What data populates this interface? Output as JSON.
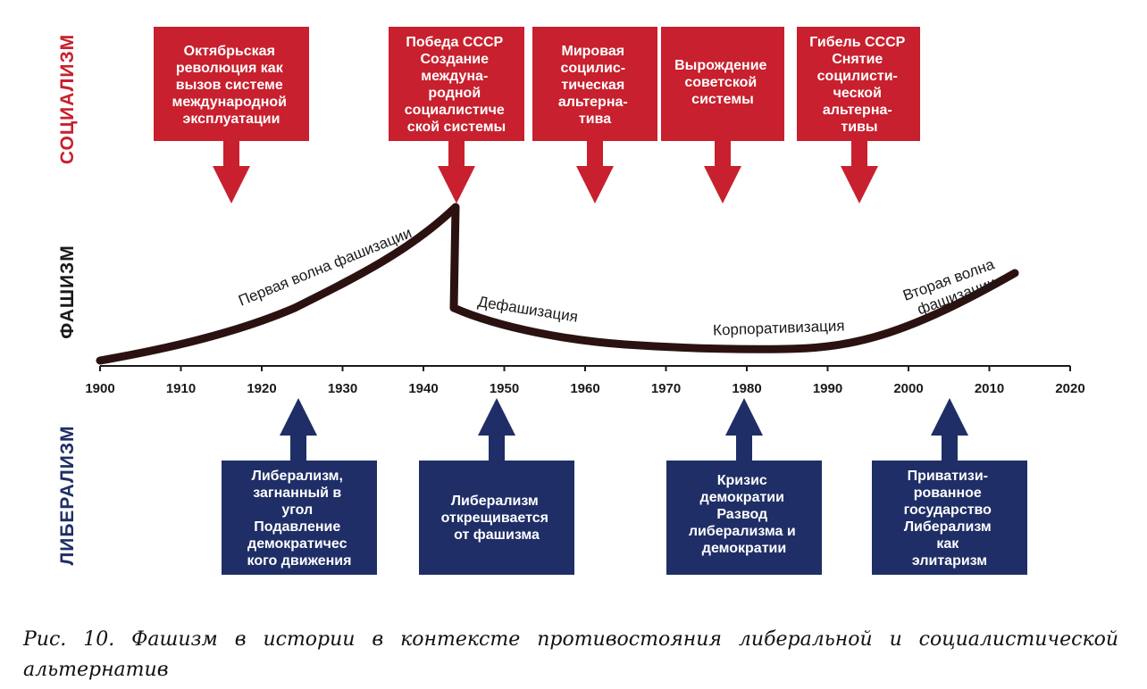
{
  "colors": {
    "socialism": "#c8202e",
    "liberalism": "#1f2e66",
    "fascism_label": "#1a1a1a",
    "curve": "#2b1210",
    "box_text": "#ffffff",
    "axis": "#1a1a1a"
  },
  "side_labels": {
    "socialism": "СОЦИАЛИЗМ",
    "fascism": "ФАШИЗМ",
    "liberalism": "ЛИБЕРАЛИЗМ"
  },
  "timeline": {
    "start": 1900,
    "end": 2020,
    "ticks": [
      "1900",
      "1910",
      "1920",
      "1930",
      "1940",
      "1950",
      "1960",
      "1970",
      "1980",
      "1990",
      "2000",
      "2010",
      "2020"
    ]
  },
  "socialism_events": [
    {
      "year": 1916,
      "lines": [
        "Октябрьская",
        "революция как",
        "вызов системе",
        "международной",
        "эксплуатации"
      ]
    },
    {
      "year": 1944,
      "lines": [
        "Победа СССР",
        "Создание",
        "междуна-",
        "родной",
        "социалистиче",
        "ской системы"
      ]
    },
    {
      "year": 1961,
      "lines": [
        "Мировая",
        "социлис-",
        "тическая",
        "альтерна-",
        "тива"
      ]
    },
    {
      "year": 1977,
      "lines": [
        "Вырождение",
        "советской",
        "системы"
      ]
    },
    {
      "year": 1994,
      "lines": [
        "Гибель СССР",
        "Снятие",
        "социлисти-",
        "ческой",
        "альтерна-",
        "тивы"
      ]
    }
  ],
  "liberalism_events": [
    {
      "year": 1925,
      "lines": [
        "Либерализм,",
        "загнанный в",
        "угол",
        "Подавление",
        "демократичес",
        "кого движения"
      ]
    },
    {
      "year": 1949,
      "lines": [
        "Либерализм",
        "открещивается",
        "от фашизма"
      ]
    },
    {
      "year": 1980,
      "lines": [
        "Кризис",
        "демократии",
        "Развод",
        "либерализма и",
        "демократии"
      ]
    },
    {
      "year": 2005,
      "lines": [
        "Приватизи-",
        "рованное",
        "государство",
        "Либерализм",
        "как",
        "элитаризм"
      ]
    }
  ],
  "curve_labels": {
    "first_wave": "Первая волна фашизации",
    "defascization": "Дефашизация",
    "corporativization": "Корпоративизация",
    "second_wave_line1": "Вторая волна",
    "second_wave_line2": "фашизации"
  },
  "caption": "Рис. 10. Фашизм в истории в контексте противостояния либеральной и социалистической альтернатив"
}
